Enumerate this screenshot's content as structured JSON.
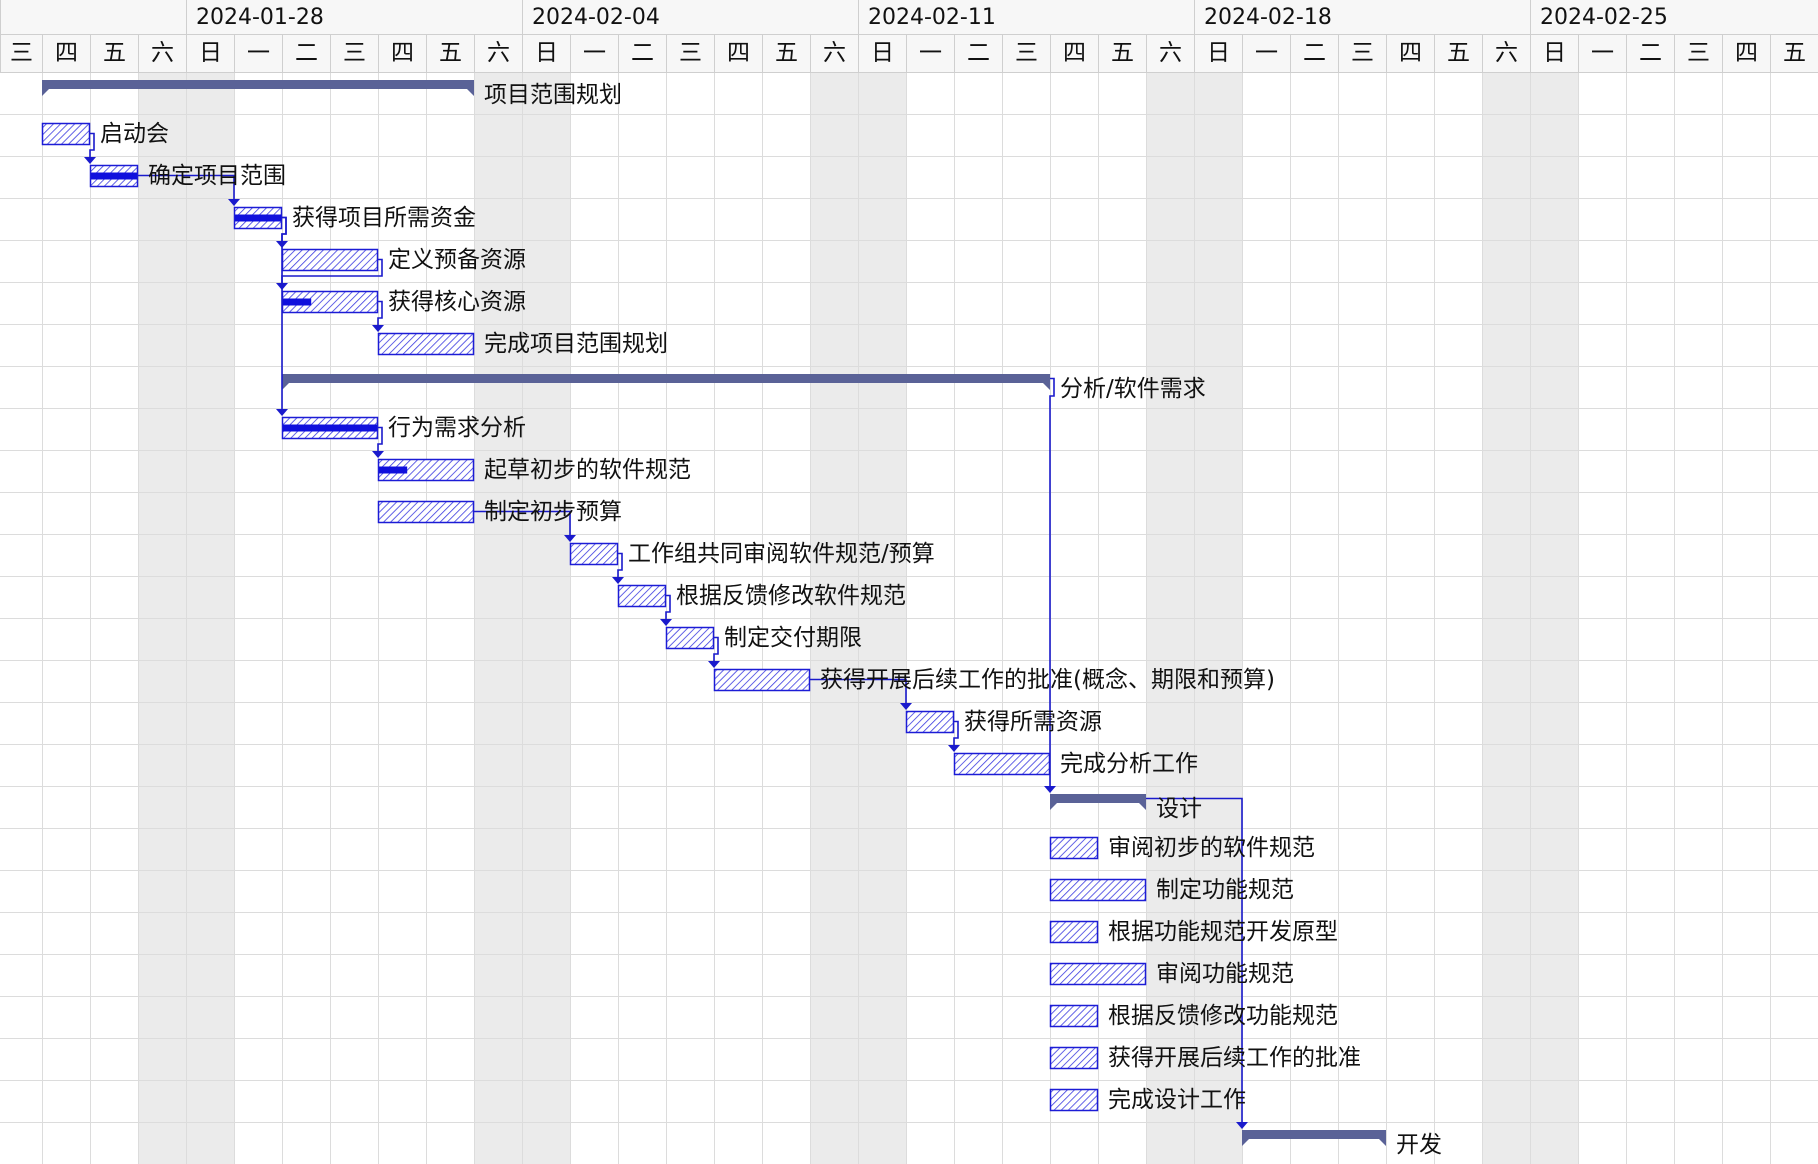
{
  "timeline": {
    "week_labels": [
      "2024-01-28",
      "2024-02-04",
      "2024-02-11",
      "2024-02-18",
      "2024-02-25"
    ],
    "day_labels": [
      "三",
      "四",
      "五",
      "六",
      "日",
      "一",
      "二",
      "三",
      "四",
      "五",
      "六",
      "日",
      "一",
      "二",
      "三",
      "四",
      "五",
      "六",
      "日",
      "一",
      "二",
      "三",
      "四",
      "五",
      "六",
      "日",
      "一",
      "二",
      "三",
      "四",
      "五",
      "六",
      "日",
      "一",
      "二",
      "三",
      "四",
      "五"
    ]
  },
  "colors": {
    "summary_bar": "#5a6297",
    "task_border": "#1c1cd6",
    "task_hatch": "#3a3ae0",
    "progress": "#1010dd",
    "link": "#1a1acc",
    "weekend": "#ebebeb",
    "grid": "#dcdcdc"
  },
  "tasks": [
    {
      "name": "项目范围规划",
      "type": "summary",
      "start": "2024-01-25",
      "end": "2024-02-03"
    },
    {
      "name": "启动会",
      "type": "task",
      "start": "2024-01-25",
      "end": "2024-01-26",
      "progress": 0
    },
    {
      "name": "确定项目范围",
      "type": "task",
      "start": "2024-01-26",
      "end": "2024-01-27",
      "progress": 1
    },
    {
      "name": "获得项目所需资金",
      "type": "task",
      "start": "2024-01-29",
      "end": "2024-01-30",
      "progress": 1
    },
    {
      "name": "定义预备资源",
      "type": "task",
      "start": "2024-01-30",
      "end": "2024-02-01",
      "progress": 0
    },
    {
      "name": "获得核心资源",
      "type": "task",
      "start": "2024-01-30",
      "end": "2024-02-01",
      "progress": 0.3
    },
    {
      "name": "完成项目范围规划",
      "type": "task",
      "start": "2024-02-01",
      "end": "2024-02-03",
      "progress": 0
    },
    {
      "name": "分析/软件需求",
      "type": "summary",
      "start": "2024-01-30",
      "end": "2024-02-15"
    },
    {
      "name": "行为需求分析",
      "type": "task",
      "start": "2024-01-30",
      "end": "2024-02-01",
      "progress": 1
    },
    {
      "name": "起草初步的软件规范",
      "type": "task",
      "start": "2024-02-01",
      "end": "2024-02-03",
      "progress": 0.3
    },
    {
      "name": "制定初步预算",
      "type": "task",
      "start": "2024-02-01",
      "end": "2024-02-03",
      "progress": 0
    },
    {
      "name": "工作组共同审阅软件规范/预算",
      "type": "task",
      "start": "2024-02-05",
      "end": "2024-02-06",
      "progress": 0
    },
    {
      "name": "根据反馈修改软件规范",
      "type": "task",
      "start": "2024-02-06",
      "end": "2024-02-07",
      "progress": 0
    },
    {
      "name": "制定交付期限",
      "type": "task",
      "start": "2024-02-07",
      "end": "2024-02-08",
      "progress": 0
    },
    {
      "name": "获得开展后续工作的批准(概念、期限和预算)",
      "type": "task",
      "start": "2024-02-08",
      "end": "2024-02-10",
      "progress": 0
    },
    {
      "name": "获得所需资源",
      "type": "task",
      "start": "2024-02-12",
      "end": "2024-02-13",
      "progress": 0
    },
    {
      "name": "完成分析工作",
      "type": "task",
      "start": "2024-02-13",
      "end": "2024-02-15",
      "progress": 0
    },
    {
      "name": "设计",
      "type": "summary",
      "start": "2024-02-15",
      "end": "2024-02-17"
    },
    {
      "name": "审阅初步的软件规范",
      "type": "task",
      "start": "2024-02-15",
      "end": "2024-02-16",
      "progress": 0
    },
    {
      "name": "制定功能规范",
      "type": "task",
      "start": "2024-02-15",
      "end": "2024-02-17",
      "progress": 0
    },
    {
      "name": "根据功能规范开发原型",
      "type": "task",
      "start": "2024-02-15",
      "end": "2024-02-16",
      "progress": 0
    },
    {
      "name": "审阅功能规范",
      "type": "task",
      "start": "2024-02-15",
      "end": "2024-02-17",
      "progress": 0
    },
    {
      "name": "根据反馈修改功能规范",
      "type": "task",
      "start": "2024-02-15",
      "end": "2024-02-16",
      "progress": 0
    },
    {
      "name": "获得开展后续工作的批准",
      "type": "task",
      "start": "2024-02-15",
      "end": "2024-02-16",
      "progress": 0
    },
    {
      "name": "完成设计工作",
      "type": "task",
      "start": "2024-02-15",
      "end": "2024-02-16",
      "progress": 0
    },
    {
      "name": "开发",
      "type": "summary",
      "start": "2024-02-19",
      "end": "2024-02-22"
    }
  ],
  "links": [
    {
      "from": 1,
      "to": 2
    },
    {
      "from": 2,
      "to": 3
    },
    {
      "from": 3,
      "to": 4
    },
    {
      "from": 3,
      "to": 5
    },
    {
      "from": 5,
      "to": 6
    },
    {
      "from": 4,
      "to": 8
    },
    {
      "from": 8,
      "to": 9
    },
    {
      "from": 10,
      "to": 11
    },
    {
      "from": 11,
      "to": 12
    },
    {
      "from": 12,
      "to": 13
    },
    {
      "from": 13,
      "to": 14
    },
    {
      "from": 14,
      "to": 15
    },
    {
      "from": 15,
      "to": 16
    },
    {
      "from": 7,
      "to": 17
    },
    {
      "from": 17,
      "to": 25
    }
  ]
}
